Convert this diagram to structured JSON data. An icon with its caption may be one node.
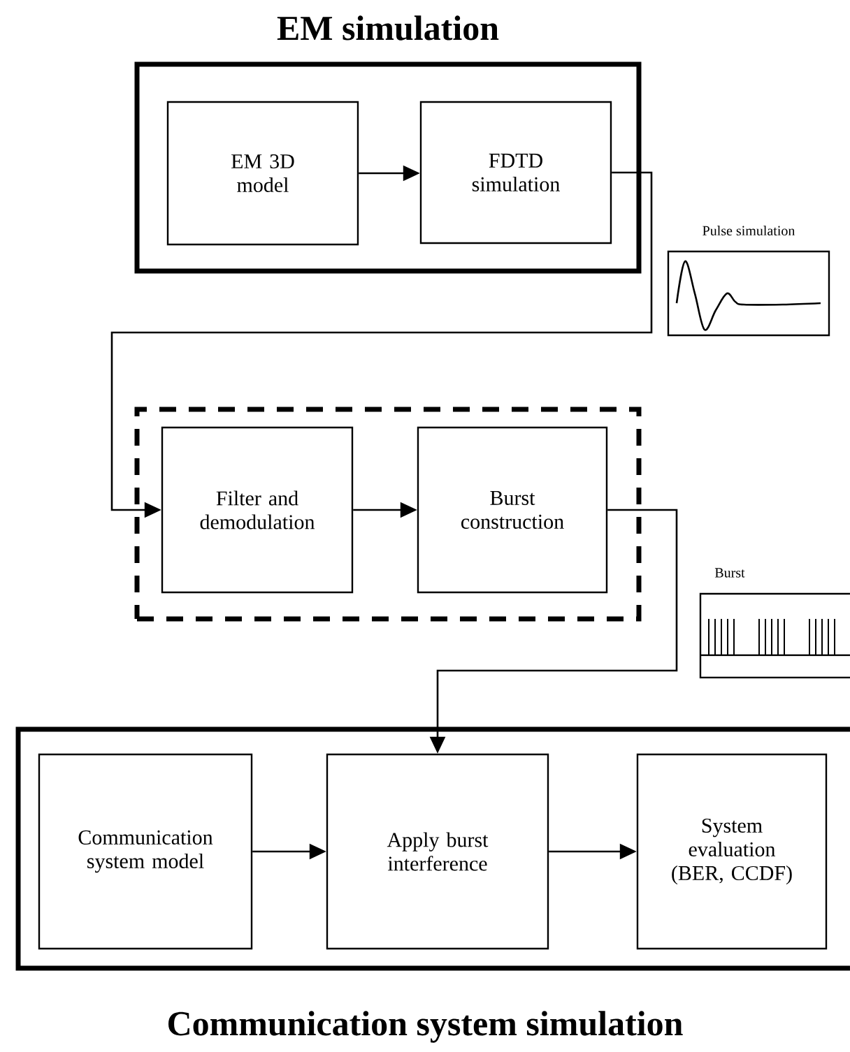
{
  "diagram": {
    "nodes": [
      {
        "text": [
          "EM simulation"
        ]
      },
      {
        "text": [
          "EM 3D model"
        ],
        "in": 0
      },
      {
        "text": [
          "FDTD simulation"
        ],
        "in": 0
      },
      {
        "text": [
          "Pulse simulation"
        ]
      },
      {
        "text": [],
        "shape": "box"
      },
      {
        "text": [
          "Filter and demodulation"
        ],
        "in": 4
      },
      {
        "text": [
          "Burst construction"
        ],
        "in": 4
      },
      {
        "text": [
          "Burst"
        ]
      },
      {
        "text": [
          "Communication system simulation"
        ]
      },
      {
        "text": [
          "Communication system model"
        ],
        "in": 8
      },
      {
        "text": [
          "Apply burst interference"
        ],
        "in": 8
      },
      {
        "text": [
          "System evaluation (BER, CCDF)"
        ],
        "in": 8
      }
    ],
    "edges": [
      {
        "from": 1,
        "to": 2,
        "arrow": "to"
      },
      {
        "from": 2,
        "to": 5,
        "arrow": "to"
      },
      {
        "from": 5,
        "to": 6,
        "arrow": "to"
      },
      {
        "from": 6,
        "to": 10,
        "arrow": "to"
      },
      {
        "from": 9,
        "to": 10,
        "arrow": "to"
      },
      {
        "from": 10,
        "to": 11,
        "arrow": "to"
      }
    ]
  }
}
